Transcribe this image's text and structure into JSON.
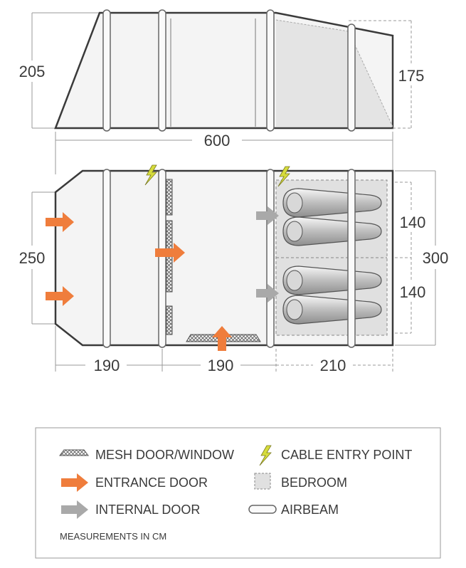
{
  "dimensions": {
    "height_left": "205",
    "height_right": "175",
    "length_total": "600",
    "width_left": "250",
    "width_total": "300",
    "bedroom_1_width": "140",
    "bedroom_2_width": "140",
    "section_1": "190",
    "section_2": "190",
    "section_3": "210"
  },
  "legend": {
    "items": [
      {
        "label": "MESH DOOR/WINDOW",
        "icon": "mesh-icon"
      },
      {
        "label": "CABLE ENTRY POINT",
        "icon": "lightning-icon"
      },
      {
        "label": "ENTRANCE DOOR",
        "icon": "orange-arrow-icon"
      },
      {
        "label": "BEDROOM",
        "icon": "bedroom-square-icon"
      },
      {
        "label": "INTERNAL DOOR",
        "icon": "gray-arrow-icon"
      },
      {
        "label": "AIRBEAM",
        "icon": "airbeam-icon"
      }
    ],
    "note": "MEASUREMENTS IN CM"
  },
  "colors": {
    "outline": "#3a3a3a",
    "fill_light": "#f1f1f1",
    "bedroom_fill": "#e3e3e3",
    "entrance_arrow": "#ef7d3c",
    "internal_arrow": "#a9a9a9",
    "cable_bolt": "#c9d43a",
    "dashed": "#9a9a9a"
  }
}
